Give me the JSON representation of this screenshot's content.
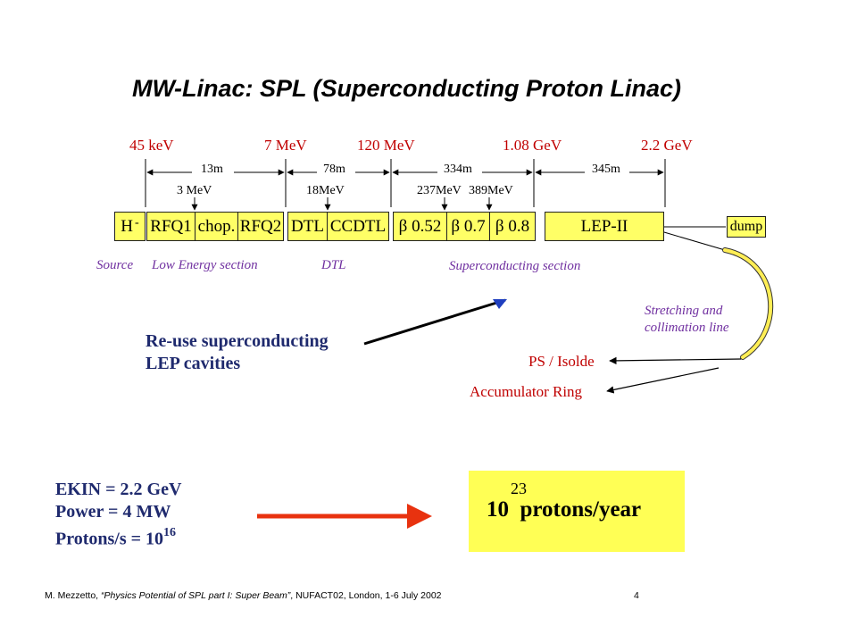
{
  "title": "MW-Linac: SPL (Superconducting Proton Linac)",
  "energies": [
    "45 keV",
    "7 MeV",
    "120 MeV",
    "1.08 GeV",
    "2.2 GeV"
  ],
  "distances": [
    "13m",
    "78m",
    "334m",
    "345m"
  ],
  "intermediate_energies": [
    "3 MeV",
    "18MeV",
    "237MeV",
    "389MeV"
  ],
  "sections": {
    "source": {
      "label": "H",
      "superscript": "-"
    },
    "low_energy": [
      "RFQ1",
      "chop.",
      "RFQ2"
    ],
    "dtl": [
      "DTL",
      "CCDTL"
    ],
    "superconducting": [
      "β 0.52",
      "β 0.7",
      "β 0.8"
    ],
    "lep": "LEP-II",
    "dump": "dump"
  },
  "section_labels": {
    "source": "Source",
    "low_energy": "Low Energy section",
    "dtl": "DTL",
    "superconducting": "Superconducting section"
  },
  "stretching_line": [
    "Stretching and",
    "collimation line"
  ],
  "destinations": {
    "ps_isolde": "PS / Isolde",
    "accumulator": "Accumulator Ring"
  },
  "reuse_note": [
    "Re-use superconducting",
    "LEP cavities"
  ],
  "parameters": {
    "ekin": "EKIN = 2.2 GeV",
    "power": "Power = 4 MW",
    "protons_base": "Protons/s = 10",
    "protons_exp": "16"
  },
  "result": {
    "exponent": "23",
    "text": "10  protons/year"
  },
  "footer": {
    "author": "M. Mezzetto, ",
    "talk": "“Physics Potential of SPL part I: Super Beam”",
    "venue": ", NUFACT02, London, 1-6 July 2002",
    "page": "4"
  },
  "colors": {
    "energy_red": "#c00000",
    "section_purple": "#7030a0",
    "note_navy": "#1f2a6e",
    "box_yellow": "#ffff66",
    "result_yellow": "#ffff55",
    "arrow_red": "#e8320f",
    "arrow_blue": "#1f3fbf"
  }
}
